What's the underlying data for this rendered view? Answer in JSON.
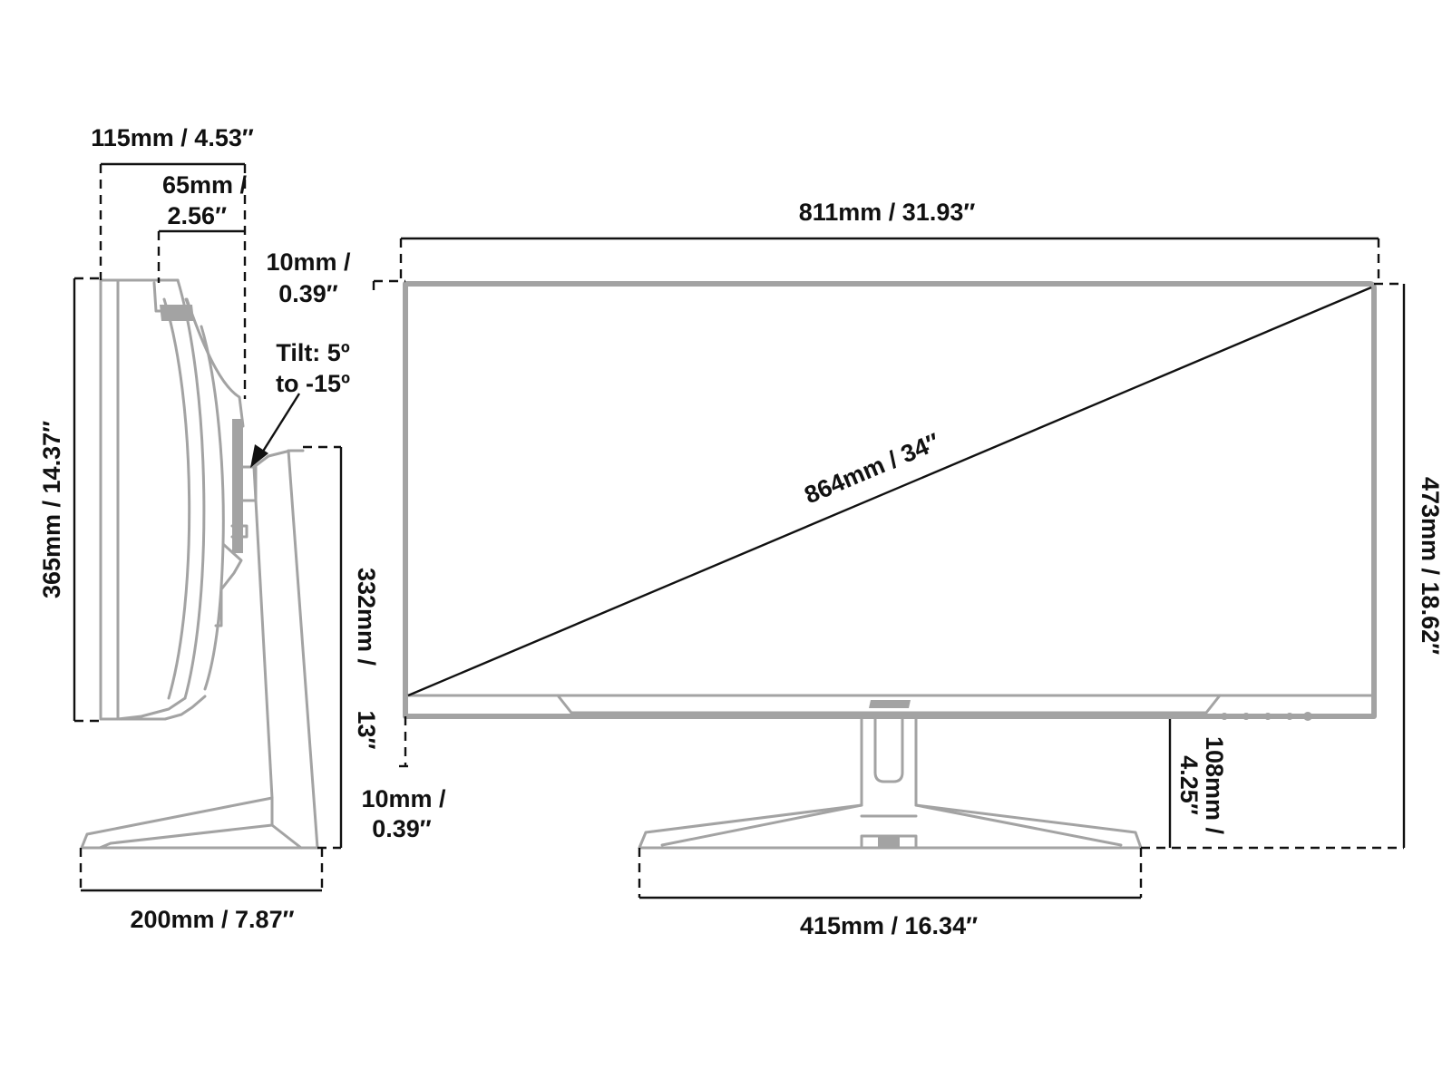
{
  "labels": {
    "side_depth_total": "115mm / 4.53″",
    "side_depth_panel_l1": "65mm /",
    "side_depth_panel_l2": "2.56″",
    "side_panel_height": "365mm / 14.37″",
    "tilt_l1": "Tilt: 5º",
    "tilt_l2": "to -15º",
    "stand_height_l1": "332mm /",
    "stand_height_l2": "13″",
    "base_depth": "200mm / 7.87″",
    "bezel_top_l1": "10mm /",
    "bezel_top_l2": "0.39″",
    "bezel_bottom_l1": "10mm /",
    "bezel_bottom_l2": "0.39″",
    "front_width": "811mm / 31.93″",
    "diagonal": "864mm / 34″",
    "total_height": "473mm / 18.62″",
    "clearance_l1": "108mm /",
    "clearance_l2": "4.25″",
    "base_width": "415mm / 16.34″"
  },
  "colors": {
    "outline": "#a3a3a3",
    "dimension_line": "#111111",
    "background": "#ffffff"
  }
}
